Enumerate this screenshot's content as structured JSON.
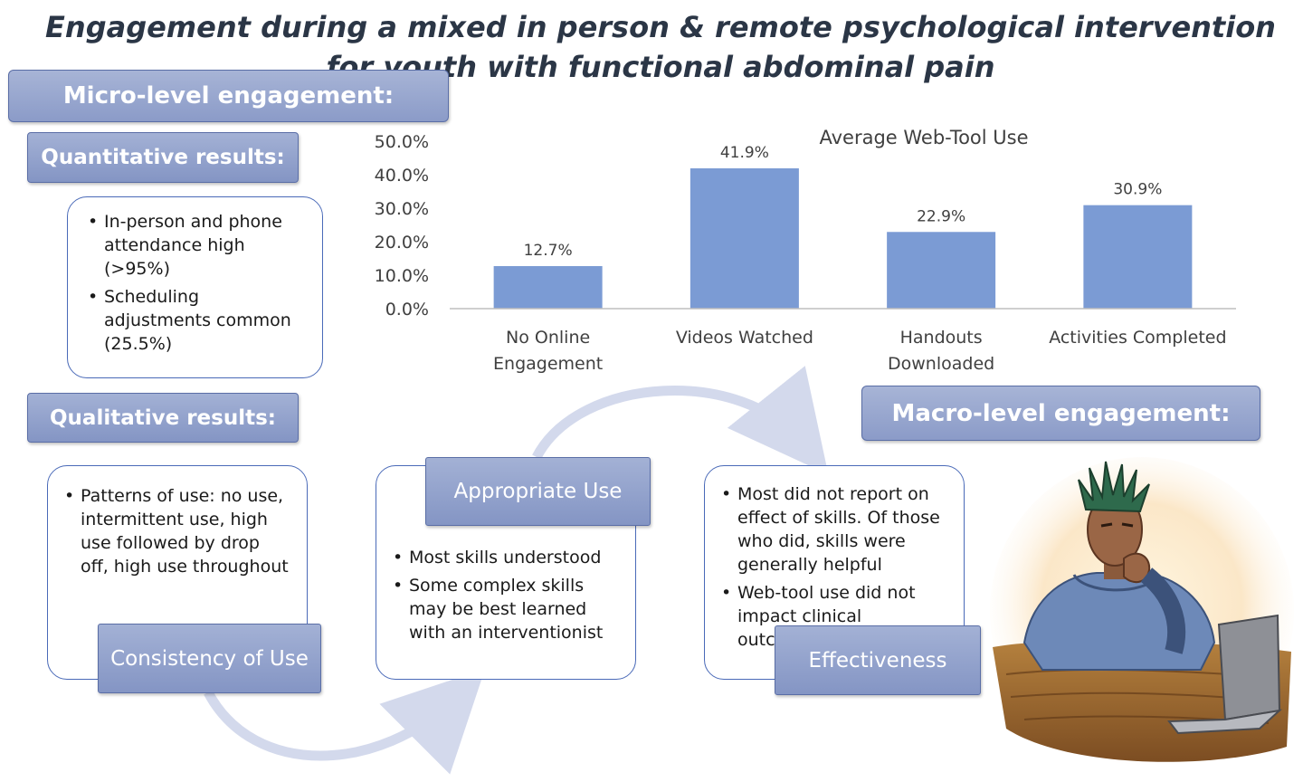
{
  "title": "Engagement during a mixed in person & remote psychological intervention for youth with functional abdominal pain",
  "micro": {
    "label": "Micro-level engagement:"
  },
  "quantitative": {
    "label": "Quantitative results:",
    "bullets": [
      "In-person and phone attendance high (>95%)",
      "Scheduling adjustments common (25.5%)"
    ]
  },
  "qualitative": {
    "label": "Qualitative results:"
  },
  "macro": {
    "label": "Macro-level engagement:"
  },
  "consistency": {
    "label": "Consistency  of Use",
    "bullets": [
      "Patterns of use: no use, intermittent use, high use followed by drop off, high use throughout"
    ]
  },
  "appropriate": {
    "label": "Appropriate Use",
    "bullets": [
      "Most skills understood",
      "Some complex skills may be best learned with an interventionist"
    ]
  },
  "effectiveness": {
    "label": "Effectiveness",
    "bullets": [
      "Most did not report on effect of skills.  Of those who did, skills were generally helpful",
      "Web-tool use did not impact clinical outcomes"
    ]
  },
  "colors": {
    "bar": "#7b9bd4",
    "box_fill": "#94a4cf",
    "box_border": "#4a6ab8",
    "arrow": "#d3d9ec"
  },
  "illustration": {
    "icon": "person-thinking-at-laptop-drawing"
  },
  "chart_data": {
    "type": "bar",
    "title": "Average Web-Tool Use",
    "categories": [
      [
        "No Online",
        "Engagement"
      ],
      [
        "Videos Watched"
      ],
      [
        "Handouts",
        "Downloaded"
      ],
      [
        "Activities Completed"
      ]
    ],
    "values": [
      12.7,
      41.9,
      22.9,
      30.9
    ],
    "data_labels": [
      "12.7%",
      "41.9%",
      "22.9%",
      "30.9%"
    ],
    "yticks": [
      "0.0%",
      "10.0%",
      "20.0%",
      "30.0%",
      "40.0%",
      "50.0%"
    ],
    "ylim": [
      0,
      50
    ],
    "grid": false,
    "legend": "none"
  }
}
